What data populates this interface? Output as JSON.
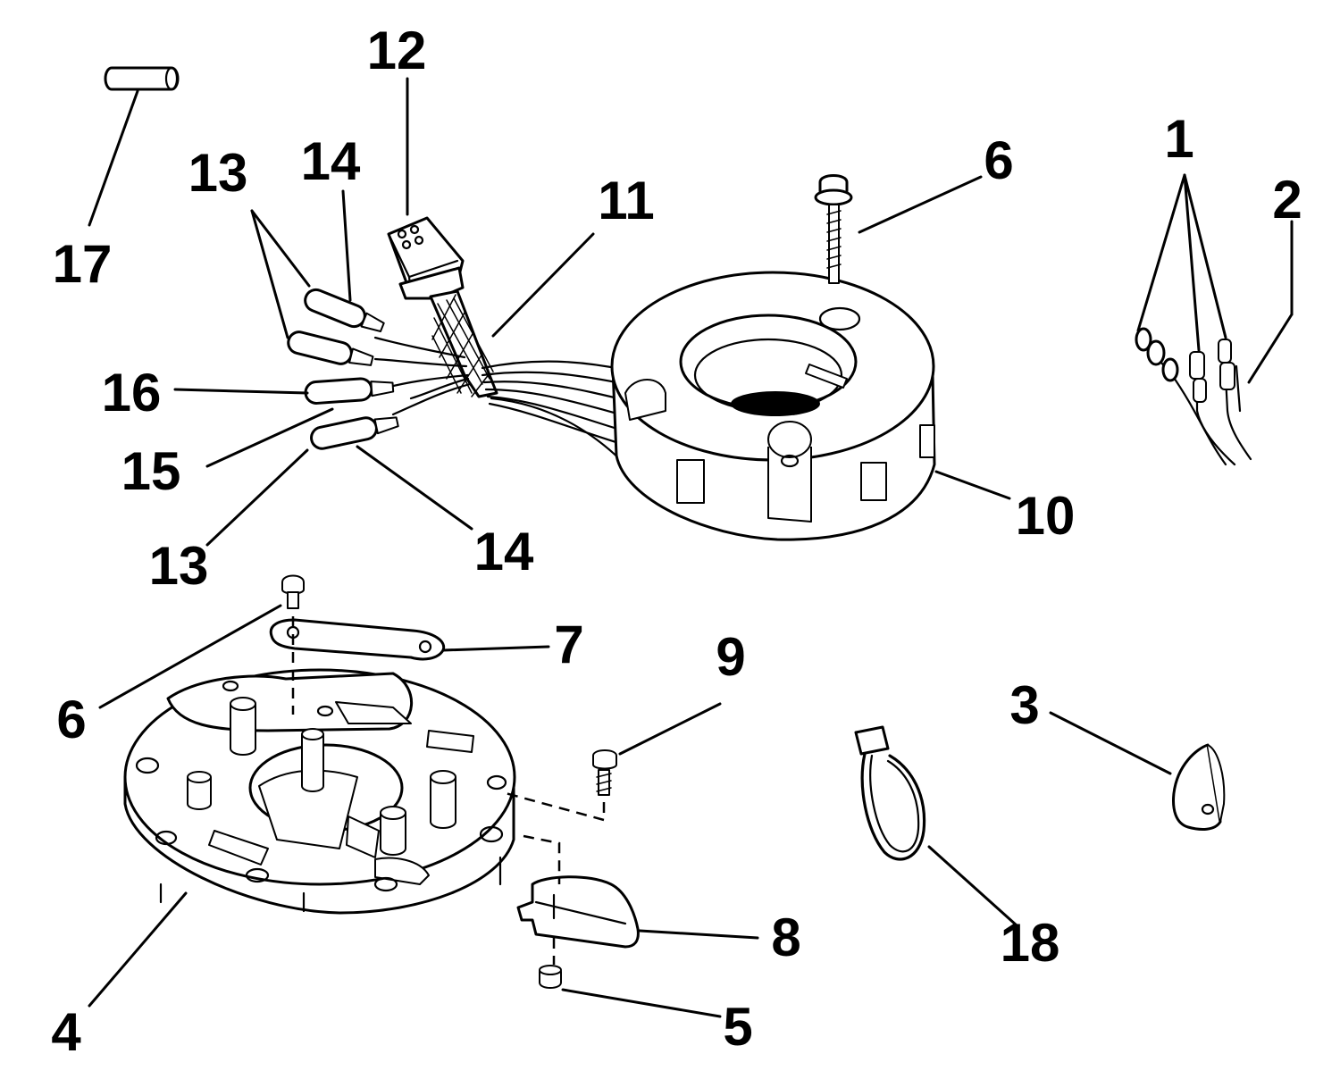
{
  "diagram": {
    "callouts": [
      {
        "id": "c1",
        "label": "1"
      },
      {
        "id": "c2",
        "label": "2"
      },
      {
        "id": "c3",
        "label": "3"
      },
      {
        "id": "c4",
        "label": "4"
      },
      {
        "id": "c5",
        "label": "5"
      },
      {
        "id": "c6a",
        "label": "6"
      },
      {
        "id": "c6b",
        "label": "6"
      },
      {
        "id": "c7",
        "label": "7"
      },
      {
        "id": "c8",
        "label": "8"
      },
      {
        "id": "c9",
        "label": "9"
      },
      {
        "id": "c10",
        "label": "10"
      },
      {
        "id": "c11",
        "label": "11"
      },
      {
        "id": "c12",
        "label": "12"
      },
      {
        "id": "c13a",
        "label": "13"
      },
      {
        "id": "c13b",
        "label": "13"
      },
      {
        "id": "c14a",
        "label": "14"
      },
      {
        "id": "c14b",
        "label": "14"
      },
      {
        "id": "c15",
        "label": "15"
      },
      {
        "id": "c16",
        "label": "16"
      },
      {
        "id": "c17",
        "label": "17"
      },
      {
        "id": "c18",
        "label": "18"
      }
    ],
    "colors": {
      "ink": "#000000",
      "paper": "#ffffff"
    }
  }
}
